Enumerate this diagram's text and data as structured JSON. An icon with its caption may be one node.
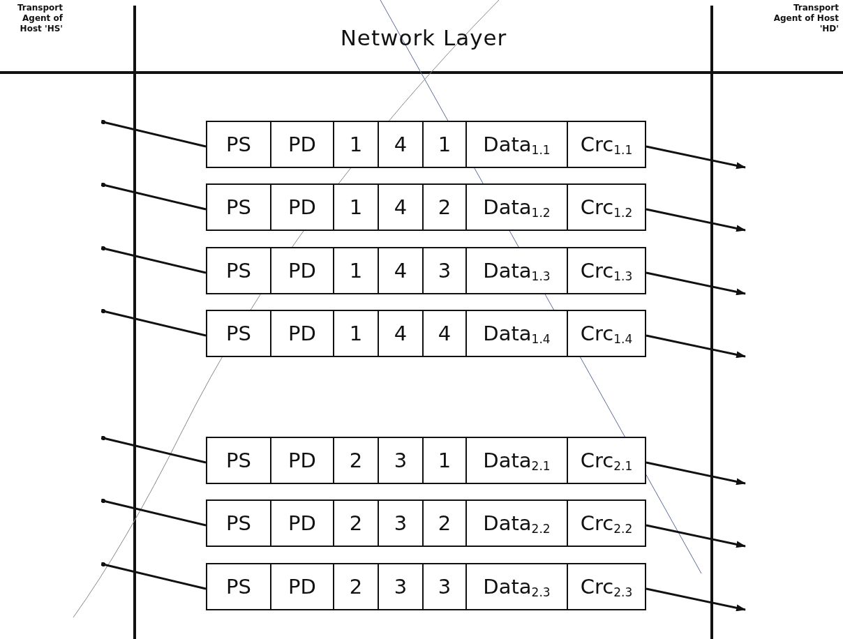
{
  "diagram": {
    "nodes": [
      {
        "text": [
          "PS",
          "PD",
          "1",
          "4",
          "1",
          "Data$_{1.1}$",
          "Crc$_{1.1}$"
        ]
      },
      {
        "text": [
          "PS",
          "PD",
          "1",
          "4",
          "2",
          "Data$_{1.2}$",
          "Crc$_{1.2}$"
        ]
      },
      {
        "text": [
          "PS",
          "PD",
          "1",
          "4",
          "3",
          "Data$_{1.3}$",
          "Crc$_{1.3}$"
        ]
      },
      {
        "text": [
          "PS",
          "PD",
          "1",
          "4",
          "4",
          "Data$_{1.4}$",
          "Crc$_{1.4}$"
        ]
      },
      {
        "text": [
          "PS",
          "PD",
          "2",
          "3",
          "1",
          "Data$_{2.1}$",
          "Crc$_{2.1}$"
        ]
      },
      {
        "text": [
          "PS",
          "PD",
          "2",
          "3",
          "2",
          "Data$_{2.2}$",
          "Crc$_{2.2}$"
        ]
      },
      {
        "text": [
          "PS",
          "PD",
          "2",
          "3",
          "3",
          "Data$_{2.3}$",
          "Crc$_{2.3}$"
        ]
      }
    ],
    "edges": [
      {
        "from": null,
        "to": 0,
        "arrow": "other"
      },
      {
        "from": 0,
        "to": null,
        "arrow": "to"
      },
      {
        "from": null,
        "to": 1,
        "arrow": "other"
      },
      {
        "from": 1,
        "to": null,
        "arrow": "to"
      },
      {
        "from": null,
        "to": 2,
        "arrow": "other"
      },
      {
        "from": 2,
        "to": null,
        "arrow": "to"
      },
      {
        "from": null,
        "to": 3,
        "arrow": "other"
      },
      {
        "from": 3,
        "to": null,
        "arrow": "to"
      },
      {
        "from": null,
        "to": 4,
        "arrow": "other"
      },
      {
        "from": 4,
        "to": null,
        "arrow": "to"
      },
      {
        "from": null,
        "to": 5,
        "arrow": "other"
      },
      {
        "from": 5,
        "to": null,
        "arrow": "to"
      },
      {
        "from": null,
        "to": 6,
        "arrow": "other"
      },
      {
        "from": 6,
        "to": null,
        "arrow": "to"
      }
    ],
    "labels": [
      "Transport Agent of Host 'HS'",
      "Network Layer",
      "Transport Agent of Host 'HD'"
    ]
  }
}
